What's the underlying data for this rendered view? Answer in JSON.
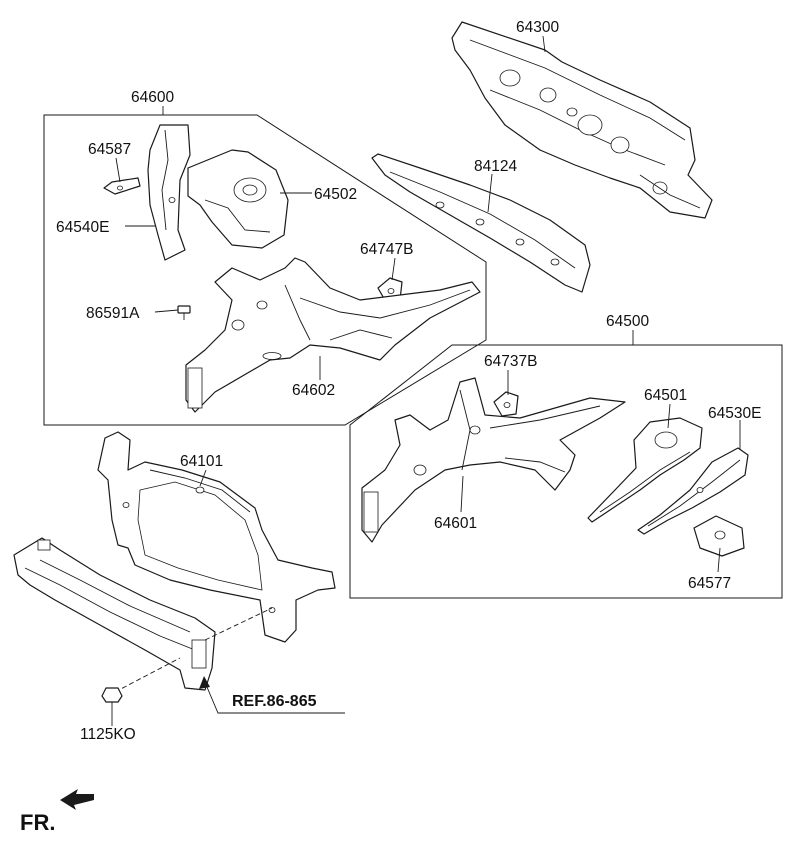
{
  "labels": {
    "p64300": "64300",
    "p84124": "84124",
    "p64600": "64600",
    "p64587": "64587",
    "p64502": "64502",
    "p64540E": "64540E",
    "p64747B": "64747B",
    "p86591A": "86591A",
    "p64602": "64602",
    "p64500": "64500",
    "p64737B": "64737B",
    "p64501": "64501",
    "p64530E": "64530E",
    "p64601": "64601",
    "p64577": "64577",
    "p64101": "64101",
    "p1125KO": "1125KO"
  },
  "reference": "REF.86-865",
  "direction": "FR."
}
